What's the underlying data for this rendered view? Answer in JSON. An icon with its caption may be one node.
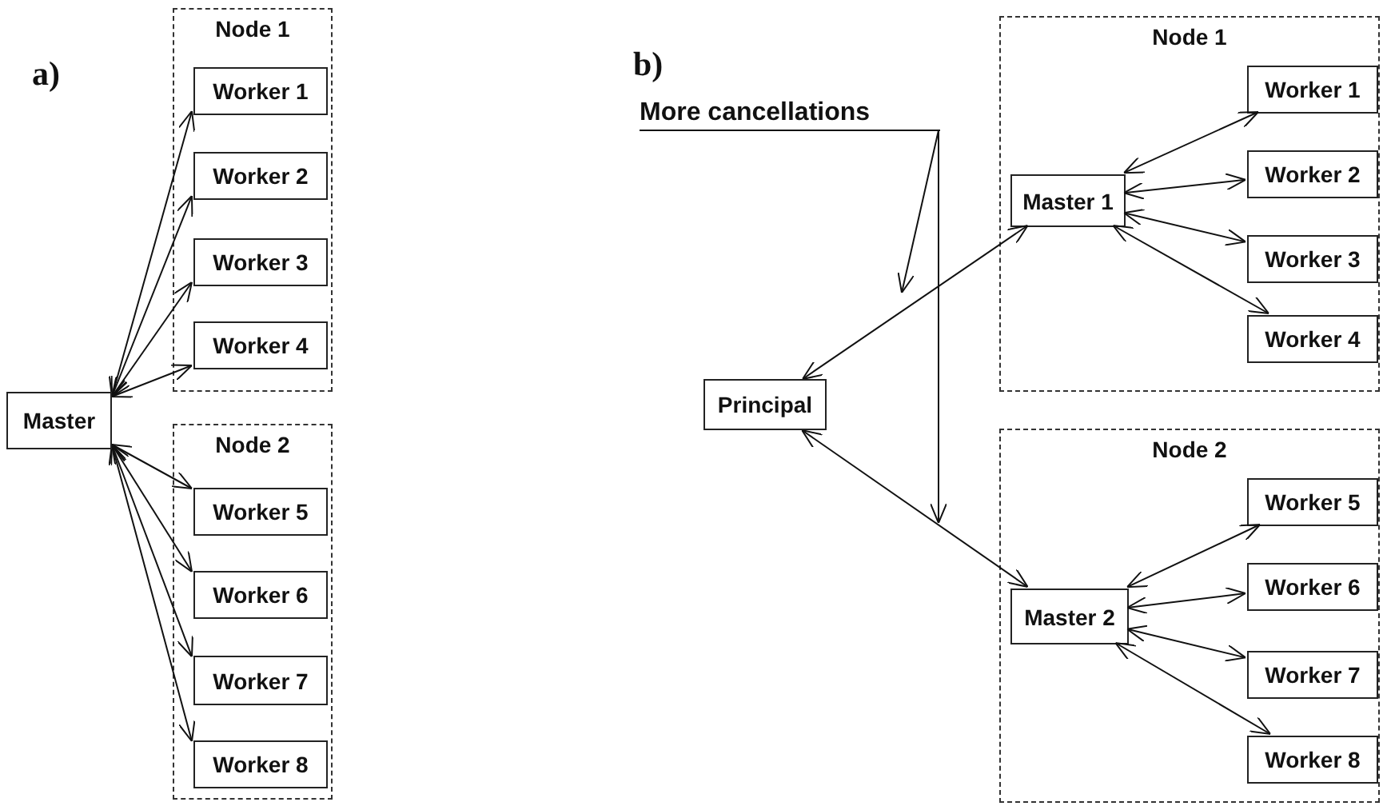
{
  "diagram": {
    "nodes": [
      {
        "text": [
          "Node 1"
        ]
      },
      {
        "text": [
          "Worker 1"
        ],
        "in": 0
      },
      {
        "text": [
          "Worker 2"
        ],
        "in": 0
      },
      {
        "text": [
          "Worker 3"
        ],
        "in": 0
      },
      {
        "text": [
          "Worker 4"
        ],
        "in": 0
      },
      {
        "text": [
          "Master"
        ]
      },
      {
        "text": [
          "Node 2"
        ]
      },
      {
        "text": [
          "Worker 5"
        ],
        "in": 6
      },
      {
        "text": [
          "Worker 6"
        ],
        "in": 6
      },
      {
        "text": [
          "Worker 7"
        ],
        "in": 6
      },
      {
        "text": [
          "Worker 8"
        ],
        "in": 6
      },
      {
        "text": [
          "More cancellations"
        ]
      },
      {
        "text": [
          "Principal"
        ]
      },
      {
        "text": [
          "Node 1"
        ]
      },
      {
        "text": [
          "Master 1"
        ],
        "in": 13
      },
      {
        "text": [
          "Worker 1"
        ],
        "in": 13
      },
      {
        "text": [
          "Worker 2"
        ],
        "in": 13
      },
      {
        "text": [
          "Worker 3"
        ],
        "in": 13
      },
      {
        "text": [
          "Worker 4"
        ],
        "in": 13
      },
      {
        "text": [
          "Node 2"
        ]
      },
      {
        "text": [
          "Master 2"
        ],
        "in": 19
      },
      {
        "text": [
          "Worker 5"
        ],
        "in": 19
      },
      {
        "text": [
          "Worker 6"
        ],
        "in": 19
      },
      {
        "text": [
          "Worker 7"
        ],
        "in": 19
      },
      {
        "text": [
          "Worker 8"
        ],
        "in": 19
      }
    ],
    "edges": [
      {
        "from": 5,
        "to": 1,
        "arrow": "both"
      },
      {
        "from": 5,
        "to": 2,
        "arrow": "both"
      },
      {
        "from": 5,
        "to": 3,
        "arrow": "both"
      },
      {
        "from": 5,
        "to": 4,
        "arrow": "both"
      },
      {
        "from": 5,
        "to": 7,
        "arrow": "both"
      },
      {
        "from": 5,
        "to": 8,
        "arrow": "both"
      },
      {
        "from": 5,
        "to": 9,
        "arrow": "both"
      },
      {
        "from": 5,
        "to": 10,
        "arrow": "both"
      },
      {
        "from": 12,
        "to": 14,
        "arrow": "both"
      },
      {
        "from": 12,
        "to": 20,
        "arrow": "both"
      },
      {
        "from": 11,
        "to": null,
        "arrow": "to"
      },
      {
        "from": 11,
        "to": null,
        "arrow": "to"
      },
      {
        "from": 14,
        "to": 15,
        "arrow": "both"
      },
      {
        "from": 14,
        "to": 16,
        "arrow": "both"
      },
      {
        "from": 14,
        "to": 17,
        "arrow": "both"
      },
      {
        "from": 14,
        "to": 18,
        "arrow": "both"
      },
      {
        "from": 20,
        "to": 21,
        "arrow": "both"
      },
      {
        "from": 20,
        "to": 22,
        "arrow": "both"
      },
      {
        "from": 20,
        "to": 23,
        "arrow": "both"
      },
      {
        "from": 20,
        "to": 24,
        "arrow": "both"
      }
    ],
    "labels": [
      "a)",
      "b)"
    ]
  }
}
